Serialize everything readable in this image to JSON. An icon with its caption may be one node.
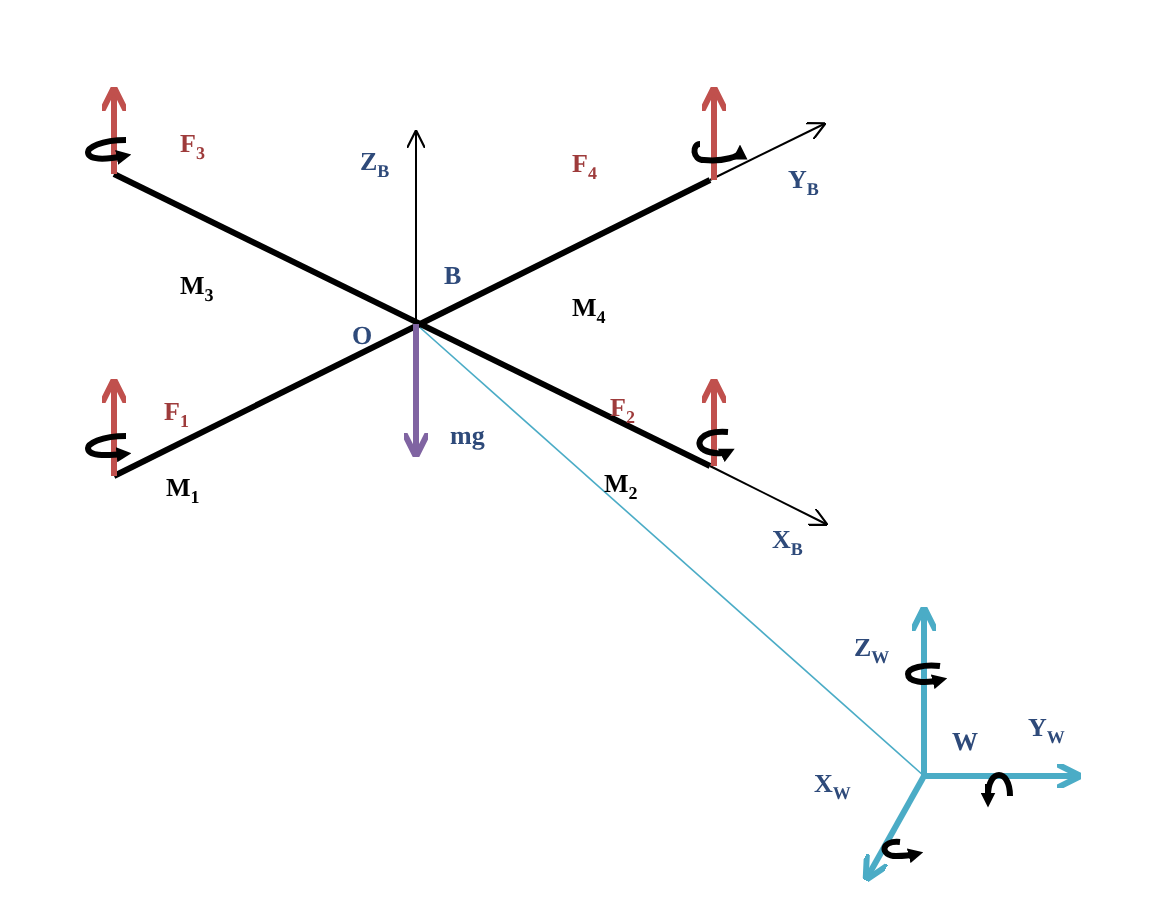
{
  "diagram": {
    "labels": [
      "F$_{3}$",
      "Z$_{B}$",
      "F$_{4}$",
      "Y$_{B}$",
      "M$_{3}$",
      "B",
      "M$_{4}$",
      "O",
      "F$_{1}$",
      "F$_{2}$",
      "mg",
      "M$_{1}$",
      "M$_{2}$",
      "X$_{B}$",
      "Z$_{W}$",
      "W",
      "Y$_{W}$",
      "X$_{W}$"
    ]
  }
}
